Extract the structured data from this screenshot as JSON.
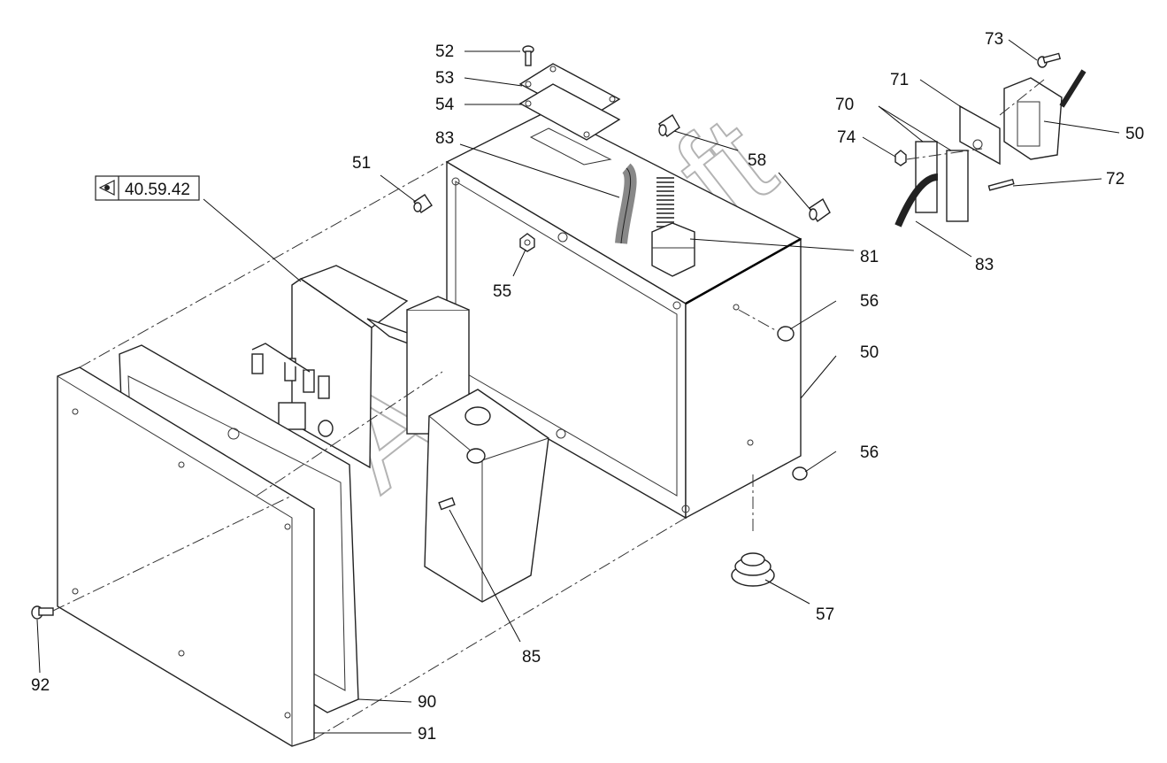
{
  "reference": {
    "code": "40.59.42",
    "icon": "eye-icon"
  },
  "watermark": "AutoSoft",
  "labels": {
    "p52": "52",
    "p53": "53",
    "p54": "54",
    "p83a": "83",
    "p51": "51",
    "p58": "58",
    "p55": "55",
    "p81": "81",
    "p56a": "56",
    "p50a": "50",
    "p56b": "56",
    "p57": "57",
    "p85": "85",
    "p92": "92",
    "p90": "90",
    "p91": "91",
    "p73": "73",
    "p71": "71",
    "p70": "70",
    "p74": "74",
    "p50b": "50",
    "p72": "72",
    "p83b": "83"
  }
}
